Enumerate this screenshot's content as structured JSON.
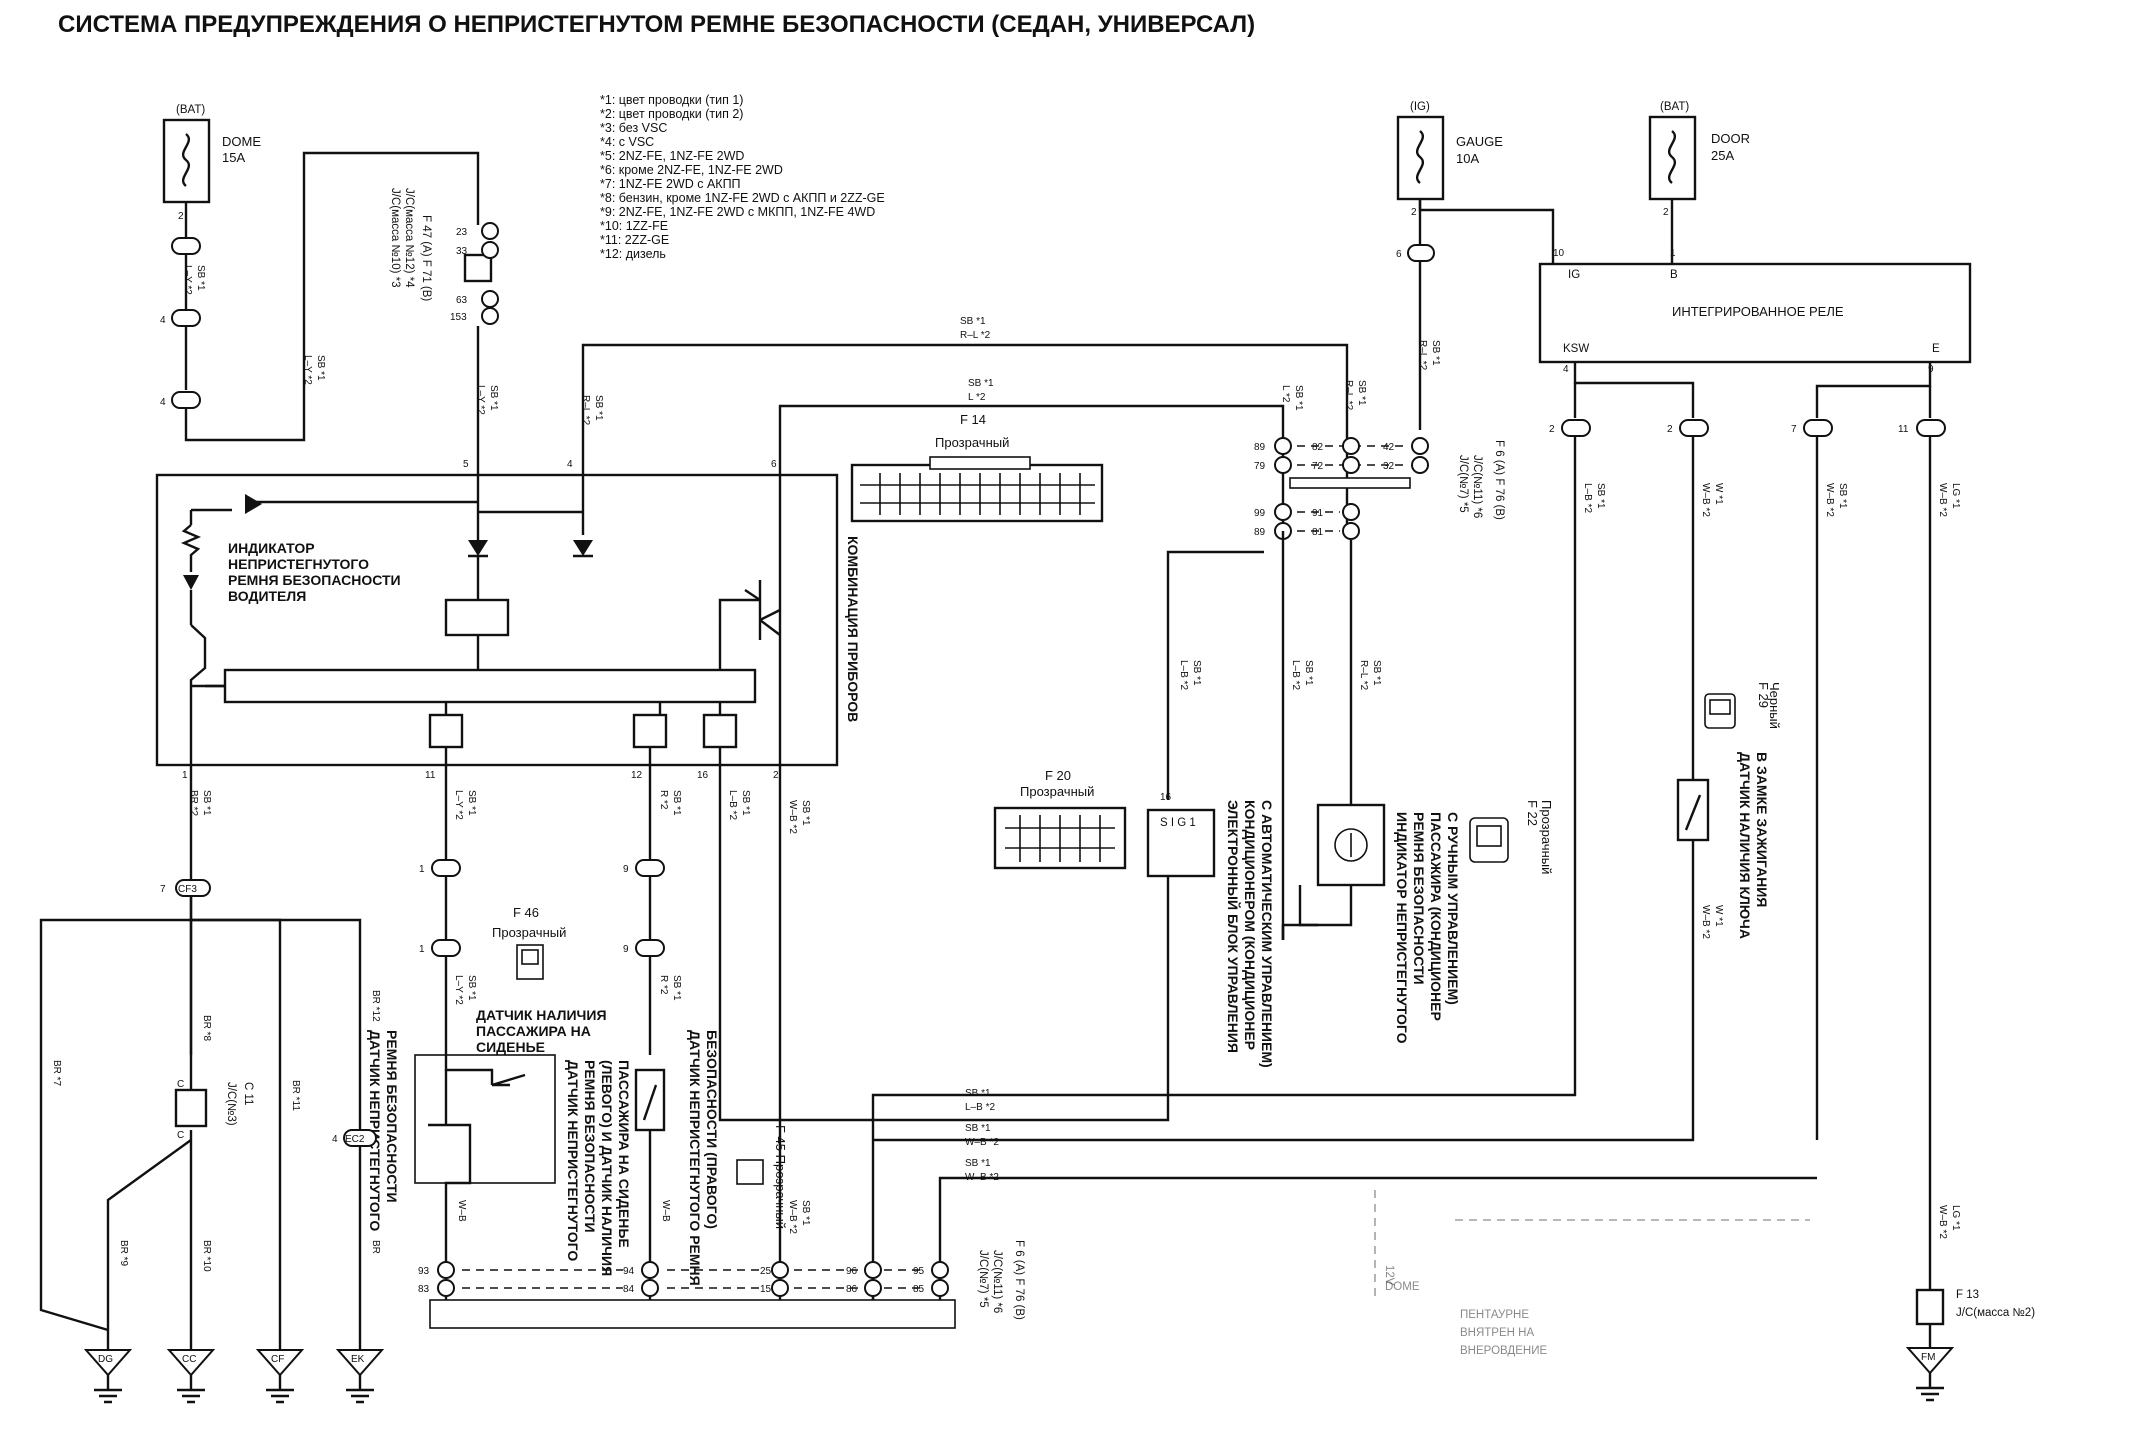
{
  "title": "СИСТЕМА ПРЕДУПРЕЖДЕНИЯ О НЕПРИСТЕГНУТОМ РЕМНЕ БЕЗОПАСНОСТИ (СЕДАН, УНИВЕРСАЛ)",
  "notes": [
    "*1: цвет проводки (тип 1)",
    "*2: цвет проводки (тип 2)",
    "*3: без VSC",
    "*4: с VSC",
    "*5: 2NZ-FE, 1NZ-FE 2WD",
    "*6: кроме 2NZ-FE, 1NZ-FE 2WD",
    "*7: 1NZ-FE 2WD с АКПП",
    "*8: бензин, кроме 1NZ-FE 2WD с АКПП и 2ZZ-GE",
    "*9: 2NZ-FE, 1NZ-FE 2WD с МКПП, 1NZ-FE 4WD",
    "*10: 1ZZ-FE",
    "*11: 2ZZ-GE",
    "*12: дизель"
  ],
  "fuses": {
    "dome": {
      "supply": "(BAT)",
      "name": "DOME",
      "rating": "15A",
      "pin": "2"
    },
    "gauge": {
      "supply": "(IG)",
      "name": "GAUGE",
      "rating": "10A",
      "pin": "2"
    },
    "door": {
      "supply": "(BAT)",
      "name": "DOOR",
      "rating": "25A",
      "pin": "2"
    }
  },
  "relay": {
    "name": "ИНТЕГРИРОВАННОЕ РЕЛЕ",
    "pin_ig_num": "10",
    "pin_ig": "IG",
    "pin_b_num": "1",
    "pin_b": "B",
    "pin_ksw_num": "4",
    "pin_ksw": "KSW",
    "pin_e_num": "9",
    "pin_e": "E"
  },
  "cluster": {
    "name": "КОМБИНАЦИЯ ПРИБОРОВ",
    "indicator": [
      "ИНДИКАТОР",
      "НЕПРИСТЕГНУТОГО",
      "РЕМНЯ БЕЗОПАСНОСТИ",
      "ВОДИТЕЛЯ"
    ],
    "pins": {
      "p1": "1",
      "p11": "11",
      "p12": "12",
      "p16": "16",
      "p2": "2",
      "p5": "5",
      "p4": "4",
      "p6": "6"
    }
  },
  "connectors": {
    "f14_code": "F 14",
    "f14_type": "Прозрачный",
    "f20_code": "F 20",
    "f20_type": "Прозрачный",
    "f46_code": "F 46",
    "f46_type": "Прозрачный",
    "f45_text": "F 45  Прозрачный",
    "f22_code": "F 22",
    "f22_type": "Прозрачный",
    "f29_code": "F 29",
    "f29_type": "Черный",
    "f13_code": "F 13",
    "f13_jc": "J/C(масса №2)"
  },
  "jc": {
    "top_left": [
      "J/C(масса №10) *3",
      "J/C(масса №12) *4"
    ],
    "top_left_f": "F 47 (A)  F 71 (B)",
    "right_mid": [
      "J/C(№7) *5",
      "J/C(№11) *6"
    ],
    "right_mid_f": "F 6 (A)  F 76 (B)",
    "bottom": [
      "J/C(№7) *5",
      "J/C(№11) *6"
    ],
    "bottom_f": "F 6 (A)  F 76 (B)",
    "c11": [
      "C 11",
      "J/C(№3)"
    ]
  },
  "components": {
    "seat_sensor": [
      "ДАТЧИК НАЛИЧИЯ",
      "ПАССАЖИРА НА",
      "СИДЕНЬЕ"
    ],
    "ecu_ac": [
      "ЭЛЕКТРОННЫЙ БЛОК УПРАВЛЕНИЯ",
      "КОНДИЦИОНЕРОМ (КОНДИЦИОНЕР",
      "С АВТОМАТИЧЕСКИМ УПРАВЛЕНИЕМ)"
    ],
    "ecu_pin_num": "16",
    "ecu_pin": "S I G 1",
    "pass_indicator": [
      "ИНДИКАТОР НЕПРИСТЕГНУТОГО",
      "РЕМНЯ БЕЗОПАСНОСТИ",
      "ПАССАЖИРА (КОНДИЦИОНЕР",
      "С РУЧНЫМ УПРАВЛЕНИЕМ)"
    ],
    "key_sensor": [
      "ДАТЧИК НАЛИЧИЯ КЛЮЧА",
      "В ЗАМКЕ ЗАЖИГАНИЯ"
    ],
    "belt_driver": [
      "ДАТЧИК НЕПРИСТЕГНУТОГО",
      "РЕМНЯ БЕЗОПАСНОСТИ"
    ],
    "belt_left": [
      "ДАТЧИК НЕПРИСТЕГНУТОГО",
      "РЕМНЯ БЕЗОПАСНОСТИ",
      "(ЛЕВОГО) И ДАТЧИК НАЛИЧИЯ",
      "ПАССАЖИРА НА СИДЕНЬЕ"
    ],
    "belt_right": [
      "ДАТЧИК НЕПРИСТЕГНУТОГО РЕМНЯ",
      "БЕЗОПАСНОСТИ (ПРАВОГО)"
    ]
  },
  "grounds": [
    "DG",
    "CC",
    "CF",
    "EK",
    "FM"
  ],
  "plugs": {
    "cf3": "CF3",
    "ec2": "EC2",
    "ec2_pin": "4",
    "cf3_pin": "7",
    "p1": "1",
    "p4": "4",
    "p6": "6",
    "p7": "7",
    "p2": "2",
    "p11": "11",
    "p9": "9"
  },
  "wires": {
    "sb1": "SB  *1",
    "ly2": "L–Y  *2",
    "rl2": "R–L  *2",
    "l2": "L  *2",
    "br2": "BR  *2",
    "rl1": "SB  *1",
    "lb2": "L–B  *2",
    "wb2": "W–B  *2",
    "r2": "R  *2",
    "w1": "W  *1",
    "lg1": "LG  *1",
    "br8": "BR  *8",
    "br7": "BR  *7",
    "br11": "BR  *11",
    "br12": "BR  *12",
    "br9": "BR  *9",
    "br10": "BR  *10",
    "br": "BR",
    "wb": "W–B",
    "c": "C"
  },
  "pins_bus": {
    "r1": [
      "89",
      "82",
      "42"
    ],
    "r2": [
      "79",
      "72",
      "32"
    ],
    "r3": [
      "99",
      "91"
    ],
    "r4": [
      "89",
      "81"
    ],
    "b1": [
      "93",
      "94",
      "25",
      "96",
      "95"
    ],
    "b2": [
      "83",
      "84",
      "15",
      "86",
      "85"
    ],
    "tl": [
      "23",
      "33",
      "63",
      "153"
    ]
  },
  "faded": [
    "12V",
    "DOME",
    "ПЕНТАУРНЕ",
    "ВНЯТРЕН НА",
    "ВНЕРОВДЕНИЕ"
  ]
}
